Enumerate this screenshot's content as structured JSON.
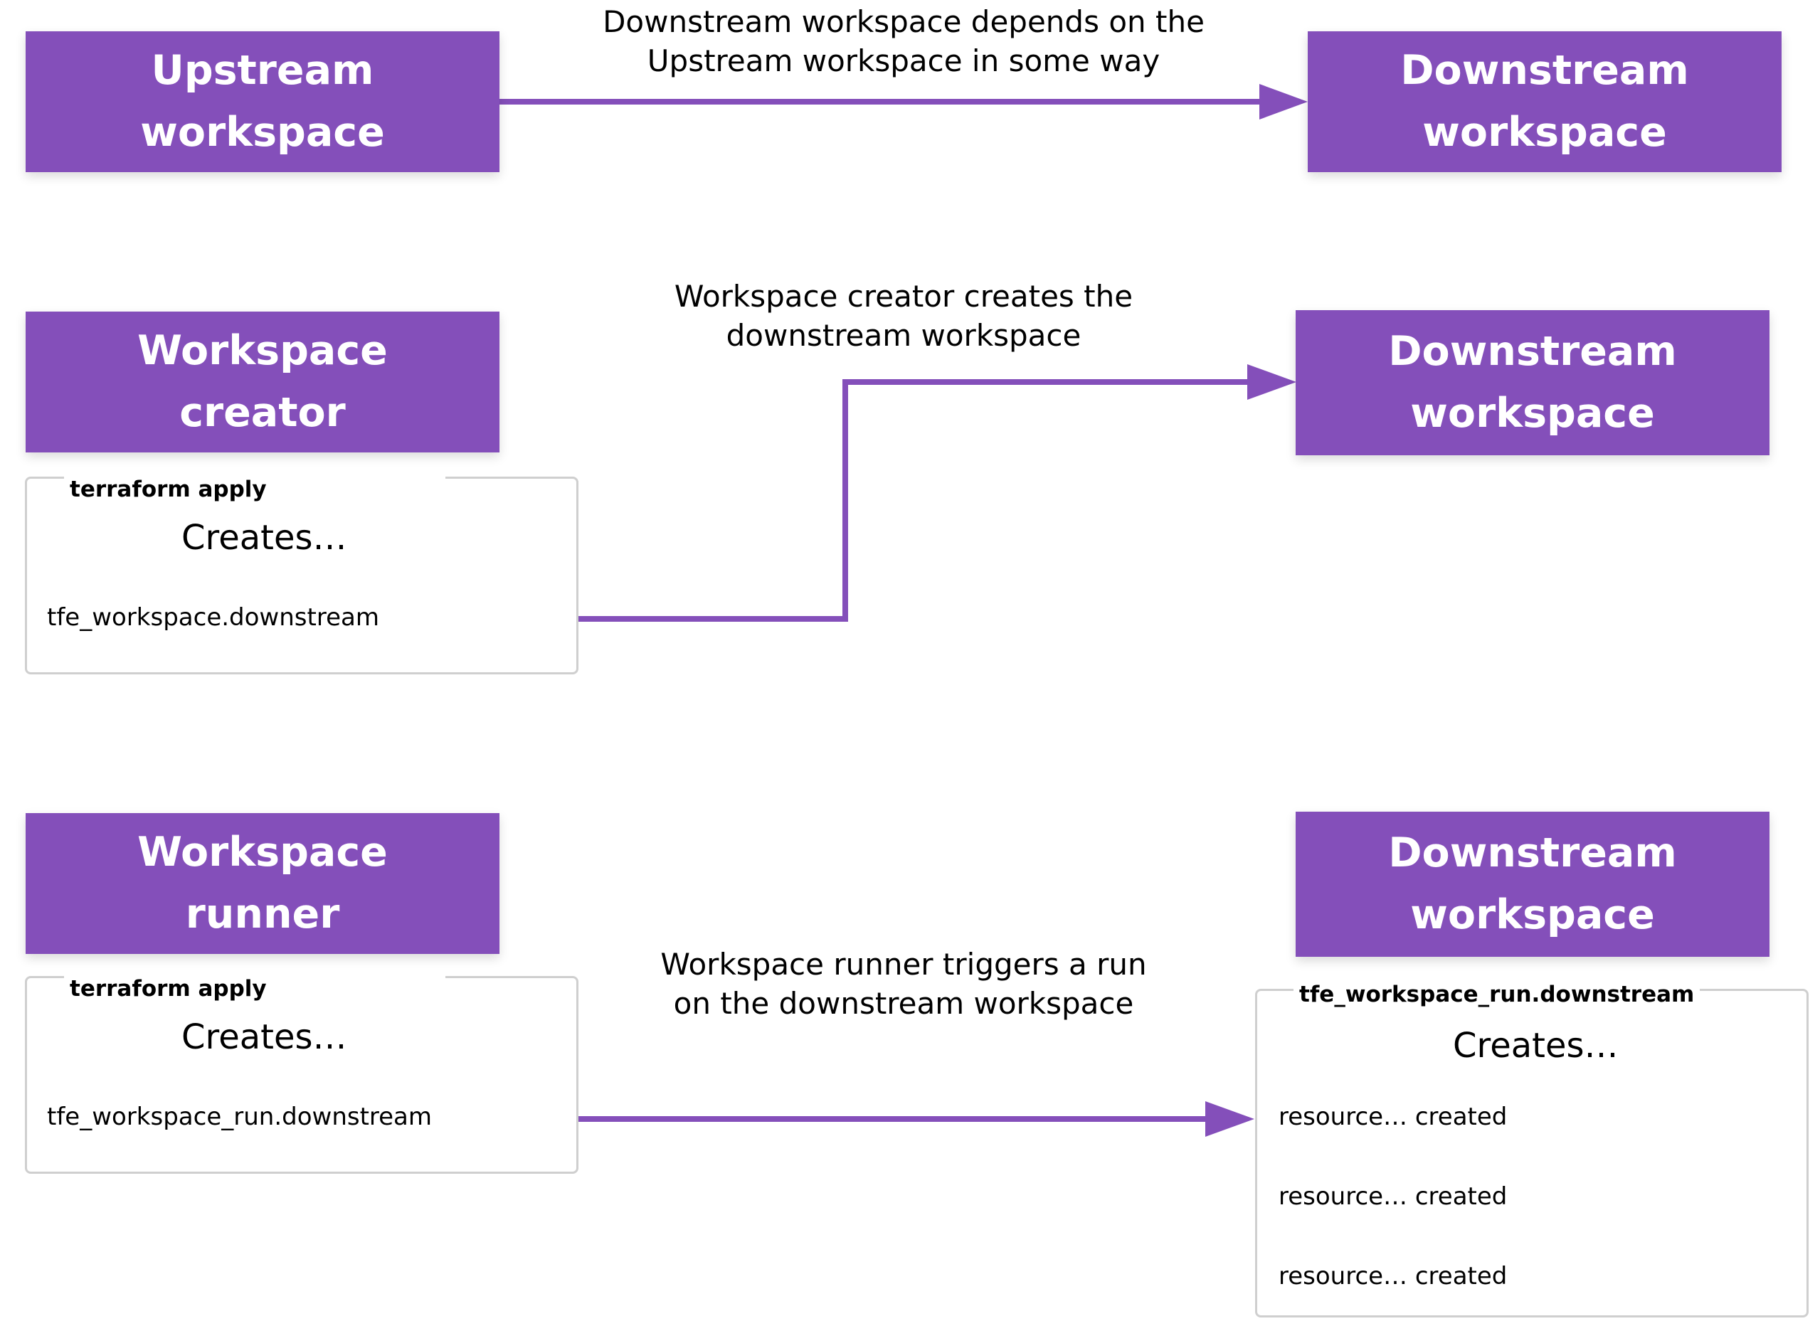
{
  "row1": {
    "upstream_box": [
      "Upstream",
      "workspace"
    ],
    "downstream_box": [
      "Downstream",
      "workspace"
    ],
    "label": [
      "Downstream workspace depends on the",
      "Upstream workspace in some way"
    ]
  },
  "row2": {
    "creator_box": [
      "Workspace",
      "creator"
    ],
    "downstream_box": [
      "Downstream",
      "workspace"
    ],
    "panel_title": "terraform apply",
    "creates": "Creates…",
    "item": "tfe_workspace.downstream",
    "label": [
      "Workspace creator creates the",
      "downstream workspace"
    ]
  },
  "row3": {
    "runner_box": [
      "Workspace",
      "runner"
    ],
    "downstream_box": [
      "Downstream",
      "workspace"
    ],
    "panel_title": "terraform apply",
    "creates": "Creates…",
    "item": "tfe_workspace_run.downstream",
    "label": [
      "Workspace runner triggers a run",
      "on the downstream workspace"
    ],
    "right_panel": {
      "title": "tfe_workspace_run.downstream",
      "creates": "Creates…",
      "items": [
        "resource… created",
        "resource… created",
        "resource… created"
      ]
    }
  },
  "colors": {
    "accent": "#844fba",
    "panel_border": "#cfcfcf"
  }
}
